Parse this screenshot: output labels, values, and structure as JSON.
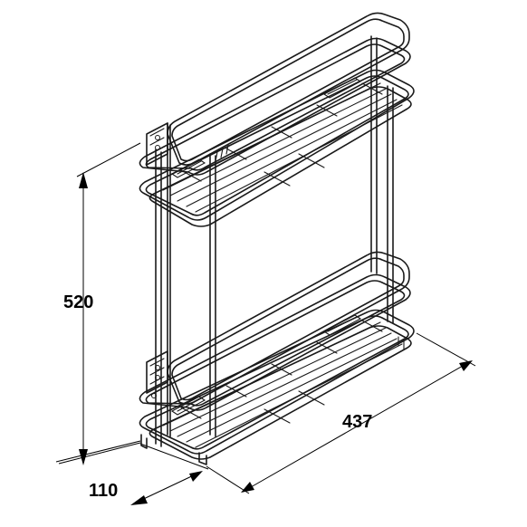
{
  "dimensions": {
    "height": "520",
    "depth": "437",
    "width": "110"
  }
}
